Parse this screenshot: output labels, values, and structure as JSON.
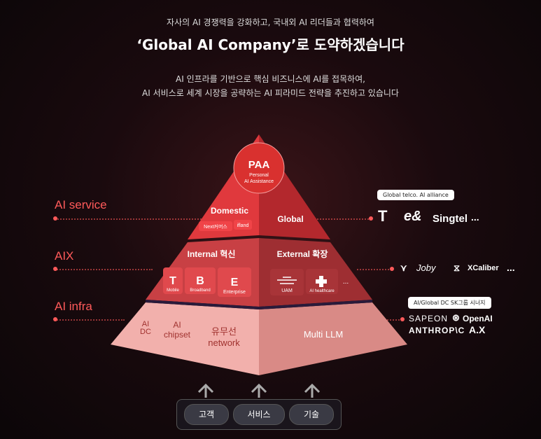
{
  "header": {
    "line1": "자사의 AI 경쟁력을 강화하고, 국내외 AI 리더들과 협력하여",
    "title": "‘Global AI Company’로 도약하겠습니다",
    "desc1": "AI 인프라를 기반으로 핵심 비즈니스에 AI를 접목하여,",
    "desc2": "AI 서비스로 세계 시장을 공략하는 AI 피라미드 전략을 추진하고 있습니다"
  },
  "levels": {
    "service": "AI service",
    "aix": "AIX",
    "infra": "AI infra"
  },
  "pyramid": {
    "paa": {
      "title": "PAA",
      "sub1": "Personal",
      "sub2": "AI Assistance"
    },
    "service": {
      "domestic": "Domestic",
      "chip1": "Next커머스",
      "chip2": "ifland",
      "global": "Global"
    },
    "aix": {
      "internal": "Internal 혁신",
      "external": "External 확장",
      "tiles": [
        {
          "glyph": "T",
          "label": "Mobile"
        },
        {
          "glyph": "B",
          "label": "Broadband"
        },
        {
          "glyph": "E",
          "label": "Enterprise"
        }
      ],
      "ext_tiles": [
        {
          "label": "UAM"
        },
        {
          "label": "AI healthcare"
        }
      ],
      "more": "..."
    },
    "infra": {
      "dc1": "AI",
      "dc2": "DC",
      "chip1": "AI",
      "chip2": "chipset",
      "net1": "유무선",
      "net2": "network",
      "llm": "Multi LLM"
    }
  },
  "partners": {
    "service_tag": "Global telco. AI alliance",
    "service_logos": [
      "T",
      "e&",
      "Singtel",
      "..."
    ],
    "aix_logos": [
      "Joby",
      "XCaliber",
      "..."
    ],
    "infra_tag": "AI/Global DC SK그룹 시너지",
    "infra_logos": [
      "SAPEON",
      "OpenAI",
      "ANTHROP\\C",
      "A.X"
    ]
  },
  "buttons": [
    "고객",
    "서비스",
    "기술"
  ],
  "colors": {
    "accent": "#ff5a5a",
    "service": "#e03a3e",
    "aix": "#b83a3c",
    "infra": "#f2a9a6"
  }
}
